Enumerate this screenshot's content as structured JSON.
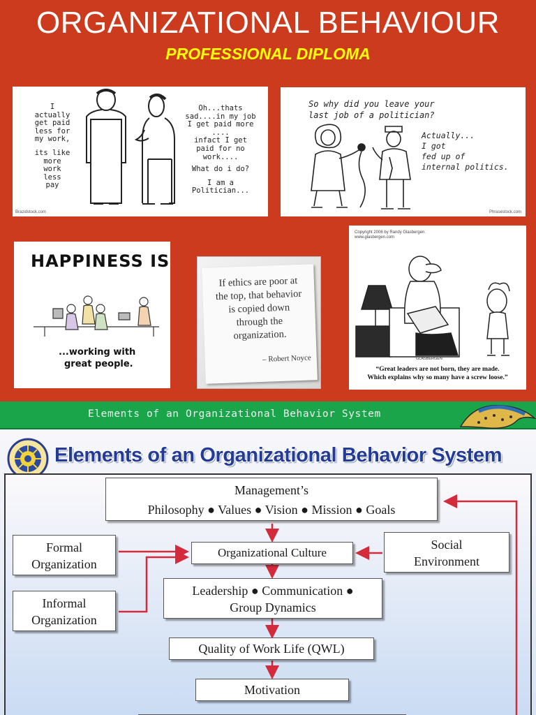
{
  "cover": {
    "title": "ORGANIZATIONAL BEHAVIOUR",
    "subtitle": "PROFESSIONAL DIPLOMA",
    "colors": {
      "background": "#cc3b1e",
      "title": "#ffffff",
      "subtitle": "#ffff00"
    }
  },
  "cartoons": {
    "politician": {
      "left_text": [
        "I",
        "actually",
        "get paid",
        "less for",
        "my work,",
        "its like",
        "more",
        "work",
        "less",
        "pay"
      ],
      "right_text": [
        "Oh...thats",
        "sad....in my job",
        "I get paid more",
        "....",
        "infact I get",
        "paid for no",
        "work....",
        "What do i do?",
        "I am a",
        "Politician..."
      ],
      "credit": "Brazidstock.com"
    },
    "interview": {
      "question": [
        "So why did you leave your",
        "last job of a politician?"
      ],
      "answer": [
        "Actually...",
        "I got",
        "fed up of",
        "internal politics."
      ],
      "credit": "Phrasestock.com"
    },
    "happiness": {
      "title": "HAPPINESS IS",
      "caption": [
        "...working with",
        "great people."
      ]
    },
    "quote": {
      "text": [
        "If ethics are poor at",
        "the top, that behavior",
        "is copied down",
        "through the",
        "organization."
      ],
      "author": "– Robert Noyce"
    },
    "leaders": {
      "copyright": "Copyright 2006 by Randy Glasbergen.",
      "site": "www.glasbergen.com",
      "signature": "GLASBERGEN",
      "caption": [
        "“Great leaders are not born, they are made.",
        "Which explains why so many have a screw loose.”"
      ]
    }
  },
  "banner": {
    "text": "Elements of an Organizational Behavior System",
    "color": "#1aa54a"
  },
  "slide": {
    "title": "Elements of an Organizational Behavior System",
    "title_color": "#243c97",
    "boxes": {
      "management": [
        "Management’s",
        "Philosophy ● Values ● Vision ● Mission ● Goals"
      ],
      "formal": [
        "Formal",
        "Organization"
      ],
      "informal": [
        "Informal",
        "Organization"
      ],
      "culture": [
        "Organizational Culture"
      ],
      "social": [
        "Social",
        "Environment"
      ],
      "leadership": [
        "Leadership ● Communication ●",
        "Group Dynamics"
      ],
      "qwl": [
        "Quality of Work Life (QWL)"
      ],
      "motivation": [
        "Motivation"
      ]
    },
    "arrow_color": "#d32a3c"
  }
}
